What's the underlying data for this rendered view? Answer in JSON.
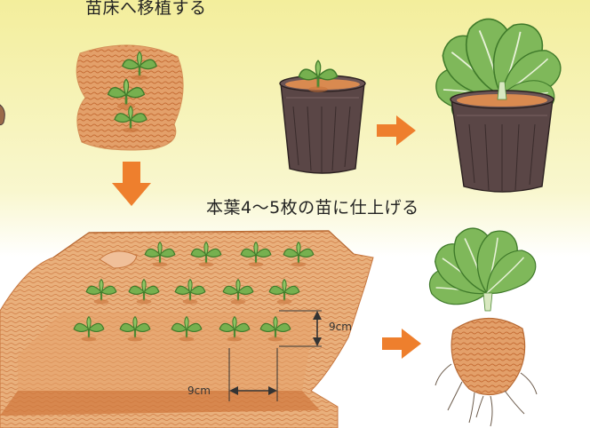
{
  "captions": {
    "transplant_to_bed": "苗床へ移植する",
    "finish_seedlings": "本葉4〜5枚の苗に仕上げる"
  },
  "dimensions": {
    "row_spacing": "9cm",
    "plant_spacing": "9cm"
  },
  "colors": {
    "background_top": "#f3ee9c",
    "background_bottom": "#ffffff",
    "arrow": "#ee7f2d",
    "soil": "#d98a50",
    "leaf": "#6ea64a",
    "pot": "#4a3a3a"
  },
  "icons": [
    "seedling-cluster-icon",
    "seedling-pot-icon",
    "grown-pot-plant-icon",
    "seedbed-icon",
    "root-ball-plant-icon",
    "arrow-right-icon",
    "arrow-down-icon"
  ]
}
